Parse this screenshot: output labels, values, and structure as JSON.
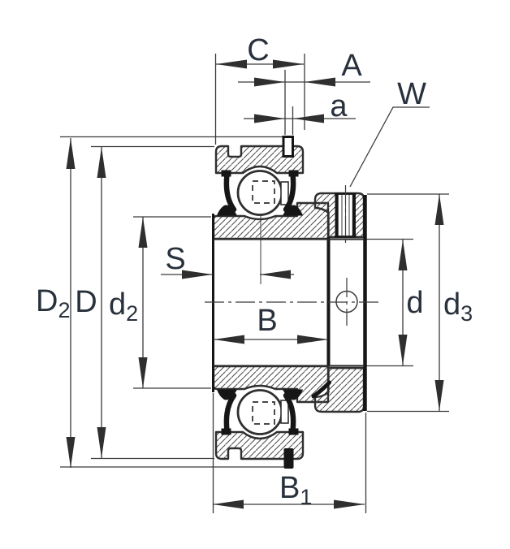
{
  "drawing": {
    "kind": "bearing-cross-section-dimension-drawing",
    "colors": {
      "line": "#3a3a3a",
      "outline": "#2f2f2f",
      "solid_black": "#161616",
      "label": "#28313c",
      "background": "#ffffff"
    }
  },
  "labels": {
    "C": "C",
    "A": "A",
    "a": "a",
    "W": "W",
    "S": "S",
    "B": "B",
    "D": "D",
    "d": "d",
    "B1": {
      "base": "B",
      "sub": "1"
    },
    "D2": {
      "base": "D",
      "sub": "2"
    },
    "d2": {
      "base": "d",
      "sub": "2"
    },
    "d3": {
      "base": "d",
      "sub": "3"
    }
  }
}
